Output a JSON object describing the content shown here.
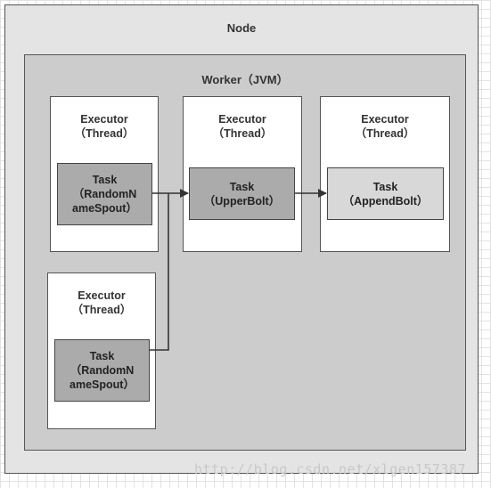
{
  "node": {
    "title": "Node"
  },
  "worker": {
    "title": "Worker（JVM）"
  },
  "executors": [
    {
      "title": "Executor",
      "sub": "（Thread）",
      "task": {
        "line1": "Task",
        "line2": "（RandomN",
        "line3": "ameSpout）"
      }
    },
    {
      "title": "Executor",
      "sub": "（Thread）",
      "task": {
        "line1": "Task",
        "line2": "（UpperBolt）"
      }
    },
    {
      "title": "Executor",
      "sub": "（Thread）",
      "task": {
        "line1": "Task",
        "line2": "（AppendBolt）"
      }
    },
    {
      "title": "Executor",
      "sub": "（Thread）",
      "task": {
        "line1": "Task",
        "line2": "（RandomN",
        "line3": "ameSpout）"
      }
    }
  ],
  "watermark": "http://blog.csdn.net/xlgen157387"
}
